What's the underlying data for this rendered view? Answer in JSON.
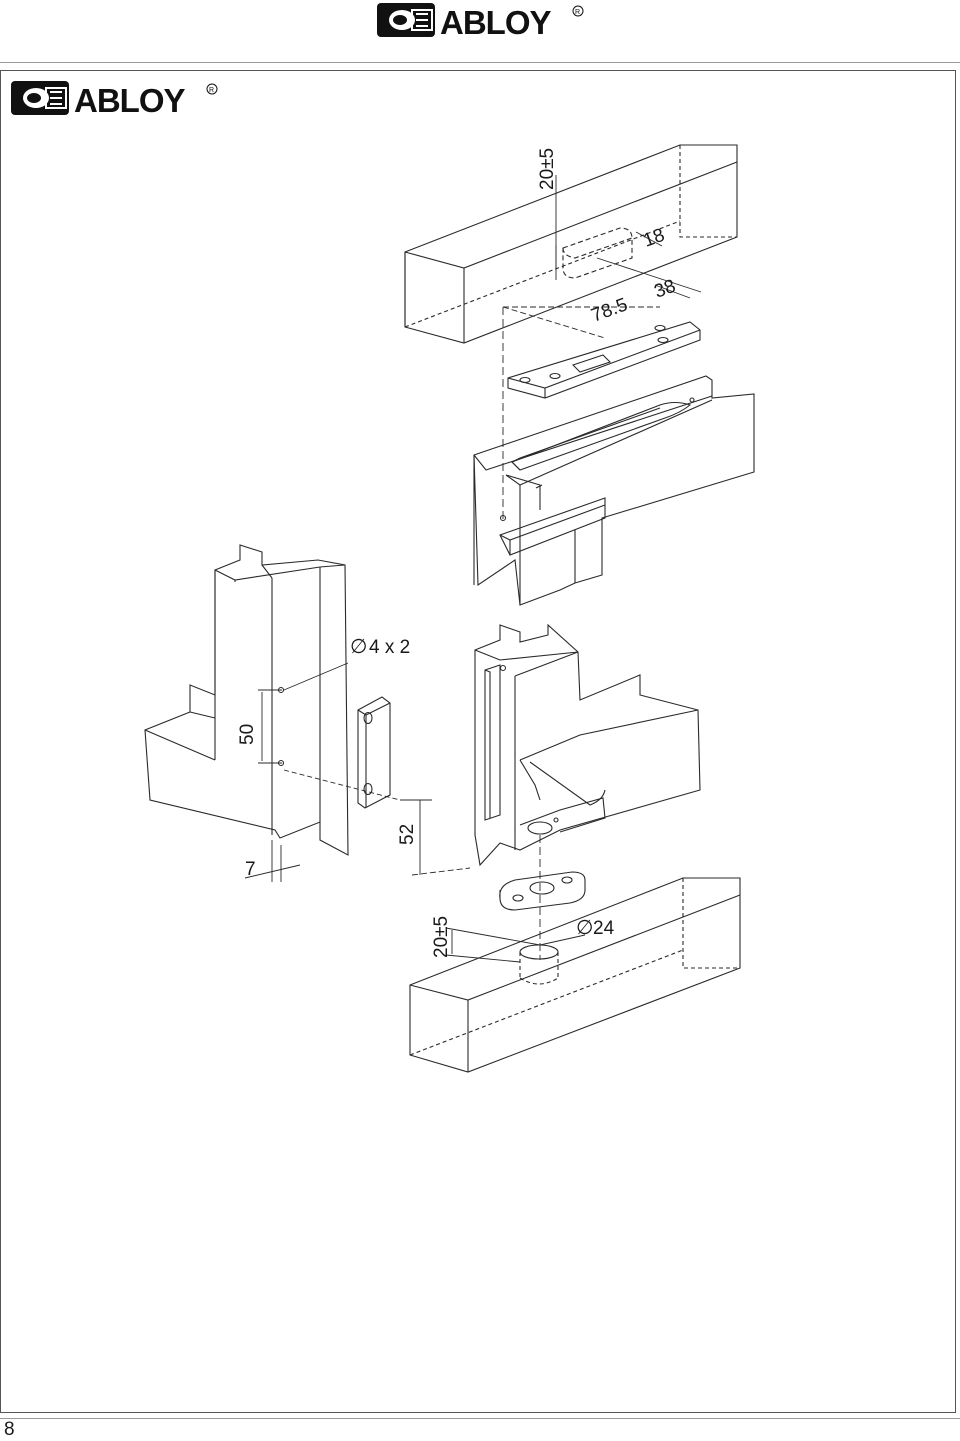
{
  "brand": {
    "name": "ABLOY",
    "registered_mark": "R"
  },
  "page_number": "8",
  "dimensions": {
    "top_depth": "20±5",
    "top_width": "18",
    "top_offset": "78.5",
    "top_length": "38",
    "screw": "4 x 2",
    "hole_spacing": "50",
    "edge_offset": "7",
    "plate_height": "52",
    "bottom_depth": "20±5",
    "bottom_diameter": "24"
  },
  "symbols": {
    "diameter": "∅"
  }
}
